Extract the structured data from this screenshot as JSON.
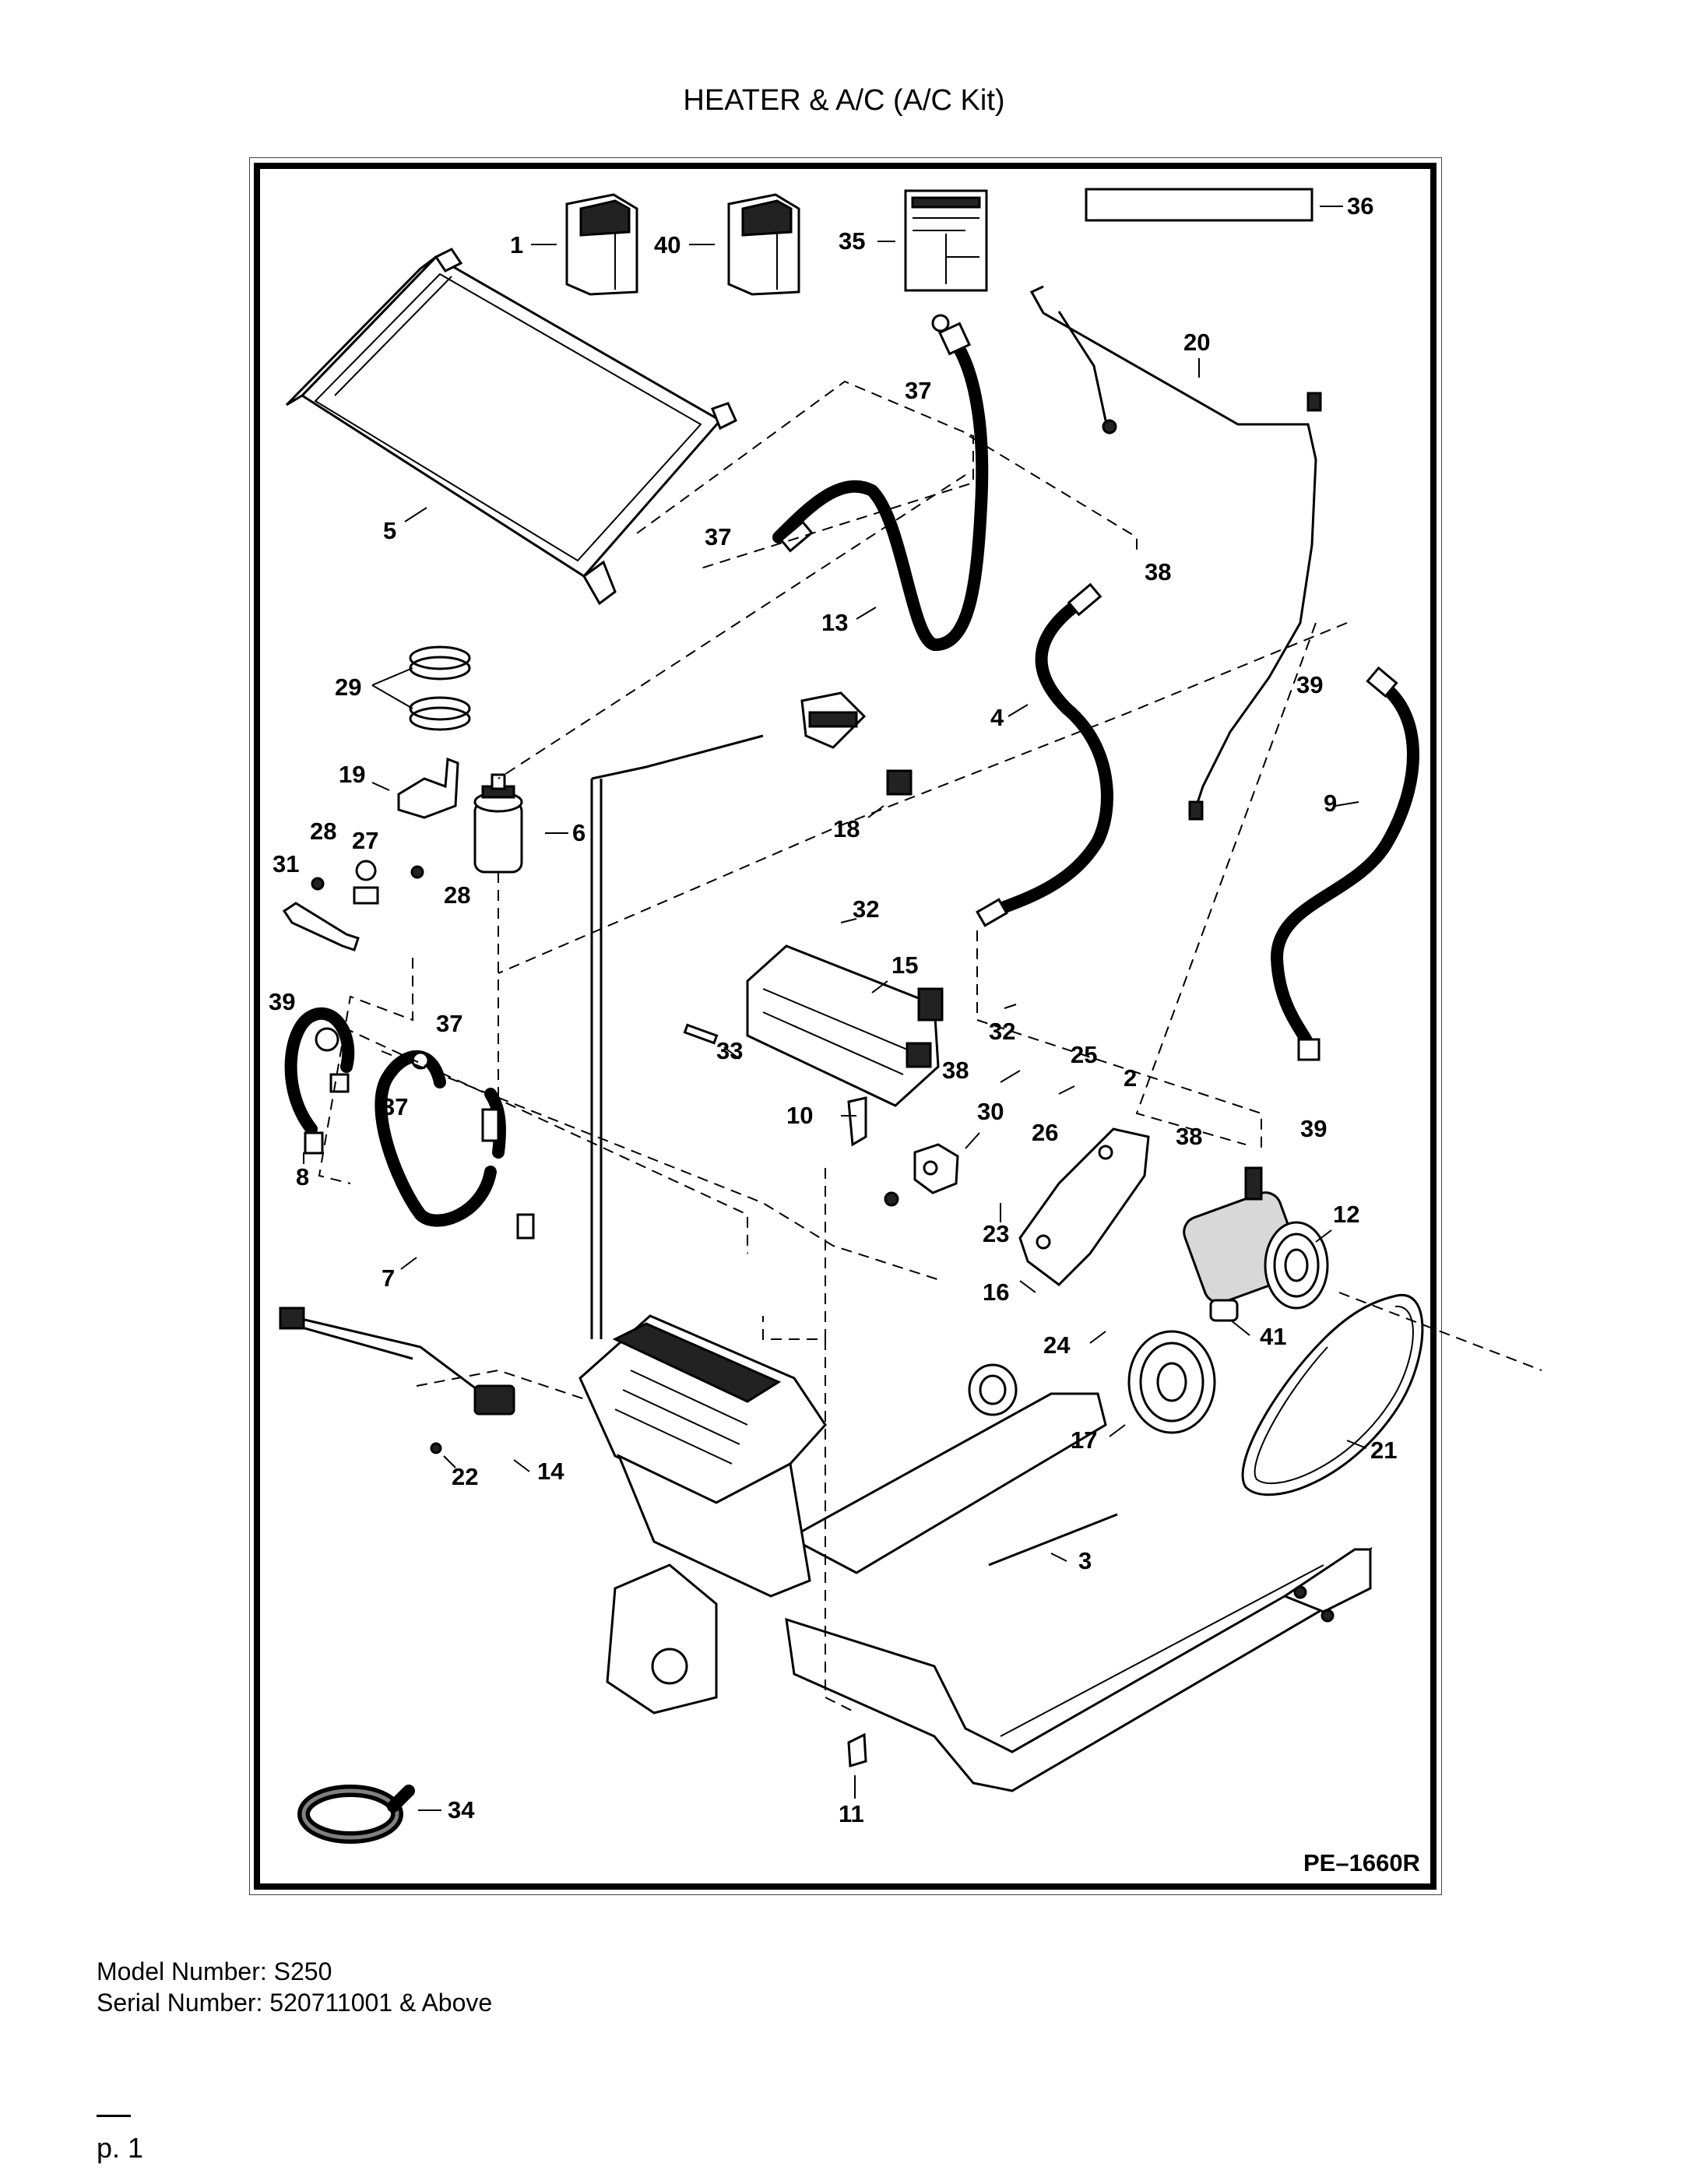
{
  "document": {
    "title": "HEATER & A/C (A/C Kit)",
    "figure_code": "PE–1660R",
    "model_line": "Model Number: S250",
    "serial_line": "Serial Number: 520711001 & Above",
    "page_label": "p. 1"
  },
  "callouts": [
    "1",
    "2",
    "3",
    "4",
    "5",
    "6",
    "7",
    "8",
    "9",
    "10",
    "11",
    "12",
    "13",
    "14",
    "15",
    "16",
    "17",
    "18",
    "19",
    "20",
    "21",
    "22",
    "23",
    "24",
    "25",
    "26",
    "27",
    "28",
    "28",
    "29",
    "30",
    "31",
    "32",
    "32",
    "33",
    "34",
    "35",
    "36",
    "37",
    "37",
    "37",
    "37",
    "38",
    "38",
    "38",
    "39",
    "39",
    "39",
    "40",
    "41"
  ]
}
